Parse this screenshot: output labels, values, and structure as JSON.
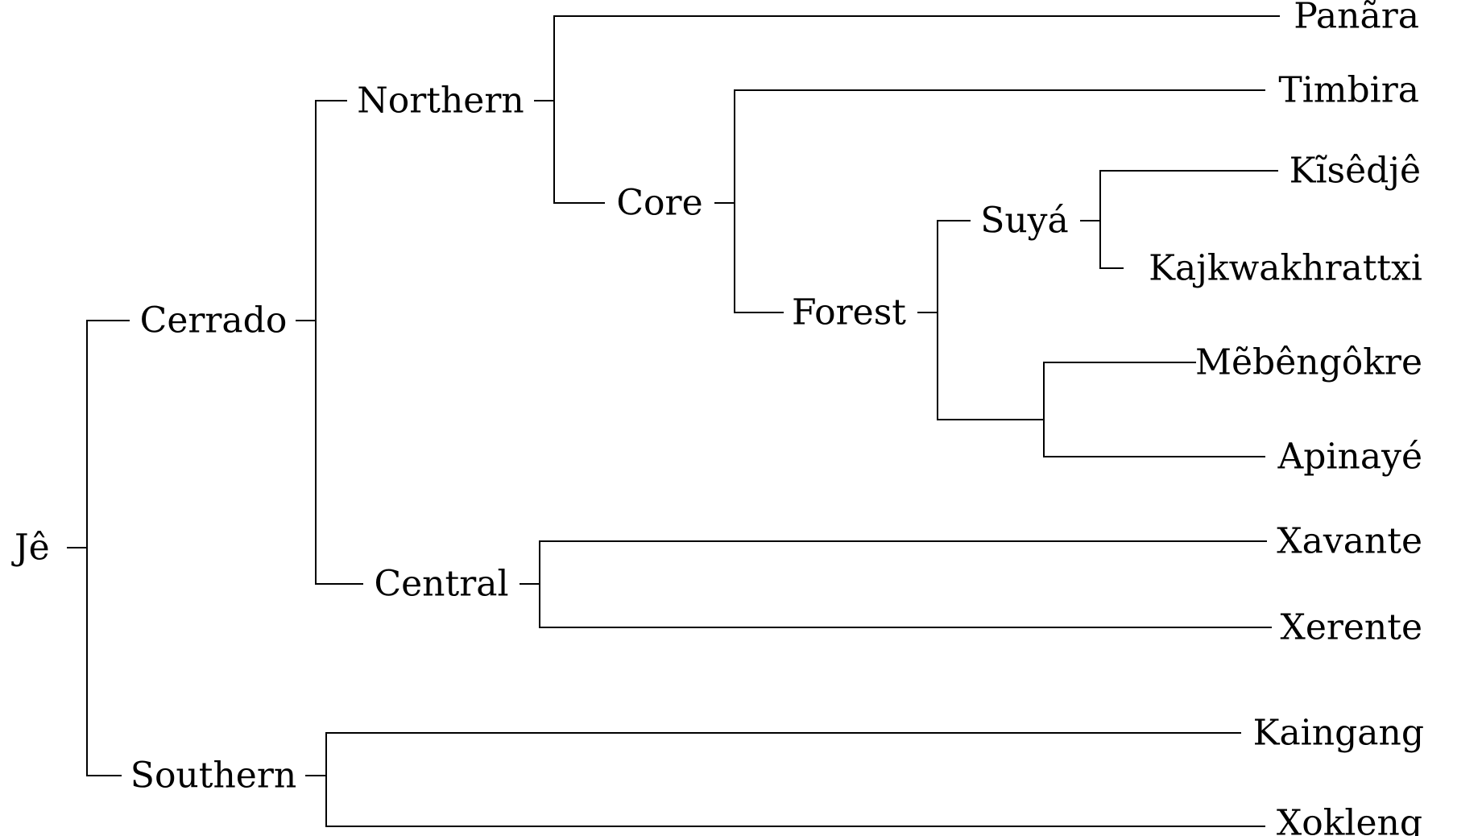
{
  "tree": {
    "root": {
      "label": "Jê",
      "children": [
        {
          "label": "Cerrado",
          "children": [
            {
              "label": "Northern",
              "children": [
                {
                  "label": "Panãra"
                },
                {
                  "label": "Core",
                  "children": [
                    {
                      "label": "Timbira"
                    },
                    {
                      "label": "Forest",
                      "children": [
                        {
                          "label": "Suyá",
                          "children": [
                            {
                              "label": "Kĩsêdjê"
                            },
                            {
                              "label": "Kajkwakhrattxi"
                            }
                          ]
                        },
                        {
                          "label": "",
                          "children": [
                            {
                              "label": "Mẽbêngôkre"
                            },
                            {
                              "label": "Apinayé"
                            }
                          ]
                        }
                      ]
                    }
                  ]
                }
              ]
            },
            {
              "label": "Central",
              "children": [
                {
                  "label": "Xavante"
                },
                {
                  "label": "Xerente"
                }
              ]
            }
          ]
        },
        {
          "label": "Southern",
          "children": [
            {
              "label": "Kaingang"
            },
            {
              "label": "Xokleng"
            }
          ]
        }
      ]
    }
  },
  "colors": {
    "line": "#000000",
    "text": "#000000",
    "background": "#ffffff"
  }
}
